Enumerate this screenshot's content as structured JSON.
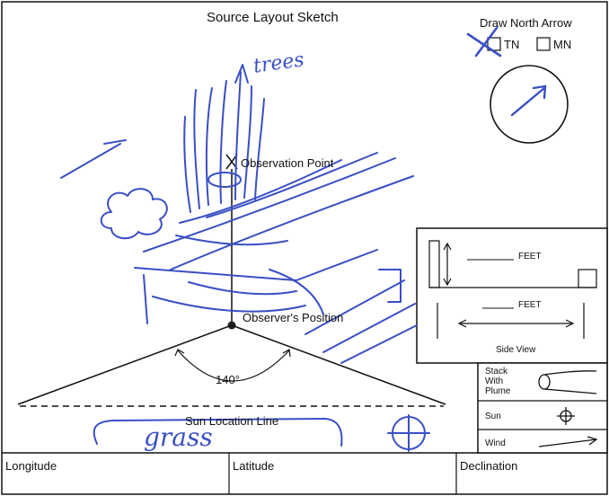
{
  "title": "Source Layout Sketch",
  "north_arrow": {
    "heading": "Draw North Arrow",
    "options": [
      {
        "label": "TN",
        "checked": true
      },
      {
        "label": "MN",
        "checked": false
      }
    ]
  },
  "labels": {
    "observation_point": "Observation Point",
    "observer_position": "Observer's Position",
    "sun_location_line": "Sun Location Line",
    "angle": "140°"
  },
  "handwriting": {
    "trees": "trees",
    "grass": "grass"
  },
  "side_view": {
    "feet_label_top": "FEET",
    "feet_label_bottom": "FEET",
    "caption": "Side View"
  },
  "legend": {
    "stack_with_plume": "Stack\nWith\nPlume",
    "sun": "Sun",
    "wind": "Wind"
  },
  "footer": {
    "longitude": "Longitude",
    "latitude": "Latitude",
    "declination": "Declination"
  },
  "colors": {
    "ink": "#111111",
    "pen_blue": "#3a4fc4"
  }
}
